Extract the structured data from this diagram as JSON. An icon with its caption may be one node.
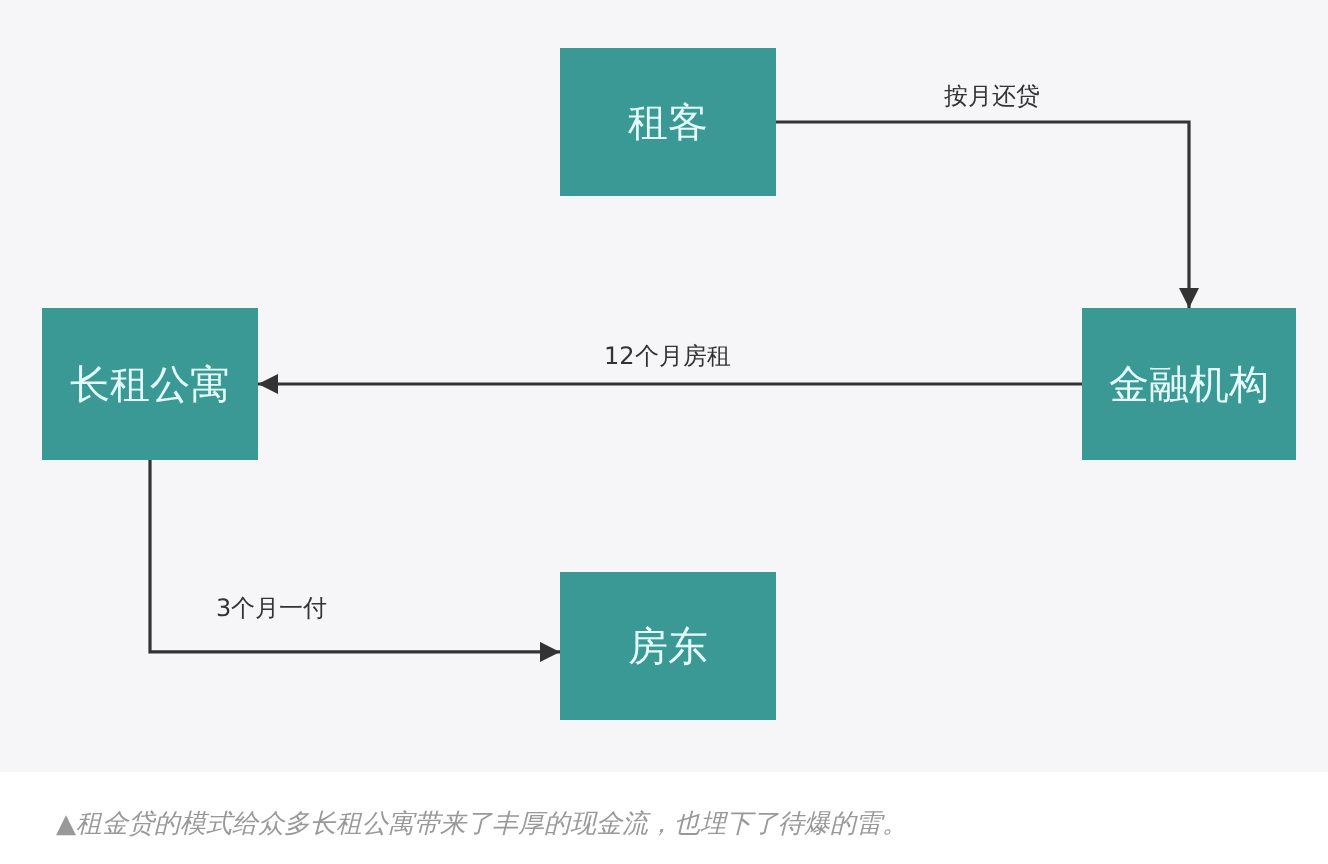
{
  "diagram": {
    "caption": "▲租金贷的模式给众多长租公寓带来了丰厚的现金流，也埋下了待爆的雷。",
    "nodes": [
      {
        "text": [
          "租客"
        ]
      },
      {
        "text": [
          "长租公寓"
        ]
      },
      {
        "text": [
          "金融机构"
        ]
      },
      {
        "text": [
          "房东"
        ]
      }
    ],
    "edges": [
      {
        "from": 0,
        "to": 2,
        "arrow": "to",
        "label": "按月还贷"
      },
      {
        "from": 2,
        "to": 1,
        "arrow": "to",
        "label": "12个月房租"
      },
      {
        "from": 1,
        "to": 3,
        "arrow": "to",
        "label": "3个月一付"
      }
    ]
  }
}
